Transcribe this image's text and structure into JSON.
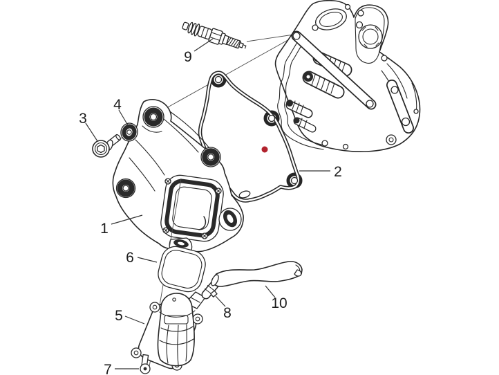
{
  "colors": {
    "background": "#ffffff",
    "line": "#262626",
    "marker_red": "#b2232e"
  },
  "callouts": [
    {
      "label": "1"
    },
    {
      "label": "2"
    },
    {
      "label": "3"
    },
    {
      "label": "4"
    },
    {
      "label": "5"
    },
    {
      "label": "6"
    },
    {
      "label": "7"
    },
    {
      "label": "8"
    },
    {
      "label": "9"
    },
    {
      "label": "10"
    }
  ]
}
